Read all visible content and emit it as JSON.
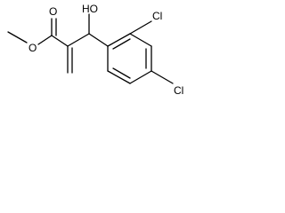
{
  "structure": {
    "atoms": {
      "carbonyl_oxygen": "O",
      "ester_oxygen": "O",
      "hydroxyl": "HO",
      "chloro_ortho": "Cl",
      "chloro_para": "Cl"
    }
  },
  "colors": {
    "bond": "#000000",
    "label": "#000000",
    "background": "#ffffff"
  }
}
